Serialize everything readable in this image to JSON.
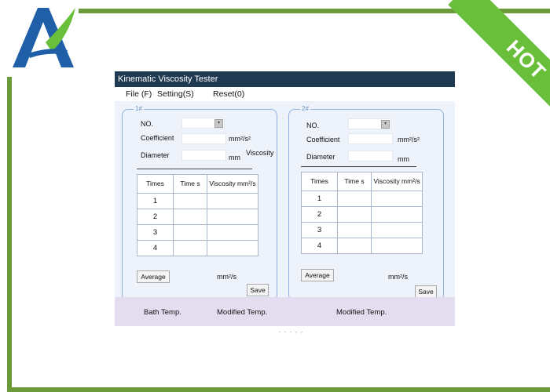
{
  "hot_ribbon": {
    "text": "HOT"
  },
  "app": {
    "title": "Kinematic  Viscosity Tester",
    "menu": {
      "file": "File (F)",
      "setting": "Setting(S)",
      "reset": "Reset(0)"
    },
    "panels": [
      {
        "legend": "1#",
        "no_label": "NO.",
        "coefficient_label": "Coefficient",
        "coefficient_unit": "mm²/s²",
        "diameter_label": "Diameter",
        "diameter_unit": "mm",
        "viscosity_label": "Viscosity",
        "table": {
          "headers": [
            "Times",
            "Time s",
            "Viscosity mm²/s"
          ],
          "rows": [
            "1",
            "2",
            "3",
            "4"
          ]
        },
        "average_button": "Average",
        "average_unit": "mm²/s",
        "save_button": "Save"
      },
      {
        "legend": "2#",
        "no_label": "NO.",
        "coefficient_label": "Coefficient",
        "coefficient_unit": "mm²/s²",
        "diameter_label": "Diameter",
        "diameter_unit": "mm",
        "table": {
          "headers": [
            "Times",
            "Time s",
            "Viscosity mm²/s"
          ],
          "rows": [
            "1",
            "2",
            "3",
            "4"
          ]
        },
        "average_button": "Average",
        "average_unit": "mm²/s",
        "save_button": "Save"
      }
    ],
    "status": {
      "bath_temp": "Bath Temp.",
      "modified_temp_1": "Modified Temp.",
      "modified_temp_2": "Modified Temp."
    }
  },
  "colors": {
    "frame_green": "#6a9a3a",
    "ribbon_green": "#6abf3a",
    "titlebar": "#1f3a52",
    "logo_blue": "#1e5fa8"
  }
}
